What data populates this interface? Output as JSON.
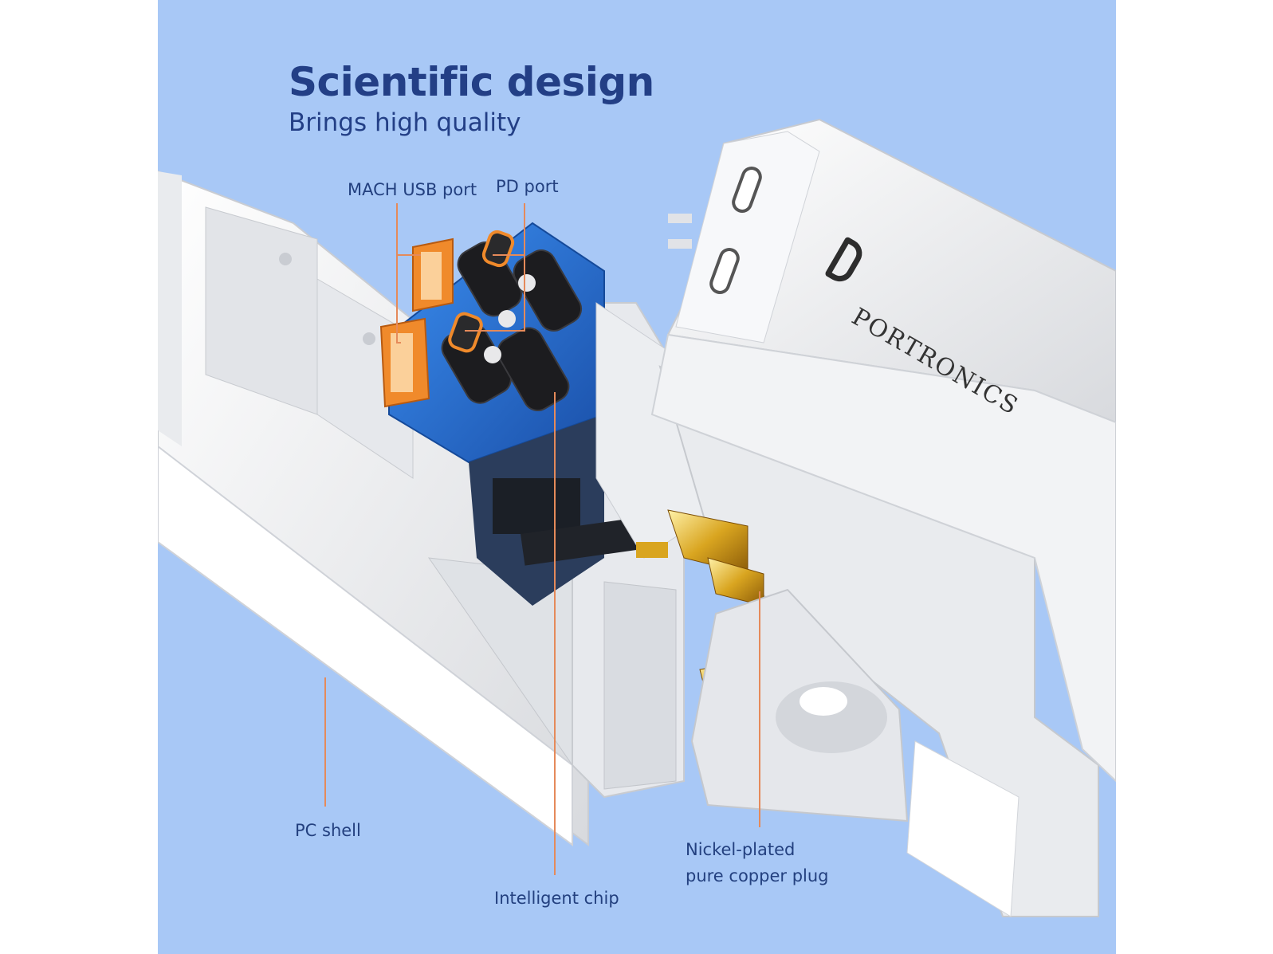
{
  "headline": {
    "title": "Scientific design",
    "subtitle": "Brings high quality"
  },
  "brand": {
    "name": "PORTRONICS"
  },
  "labels": {
    "mach_usb_port": "MACH USB port",
    "pd_port": "PD port",
    "pc_shell": "PC shell",
    "intelligent_chip": "Intelligent chip",
    "plug_line1": "Nickel-plated",
    "plug_line2": "pure copper plug"
  },
  "colors": {
    "background": "#a8c8f6",
    "headline": "#233f86",
    "label": "#23407f",
    "leader_line": "#e58a5a",
    "usb_port": "#f08a2b",
    "pcb": "#2a77d8",
    "plug": "#d9a520",
    "shell": "#f4f5f7"
  }
}
